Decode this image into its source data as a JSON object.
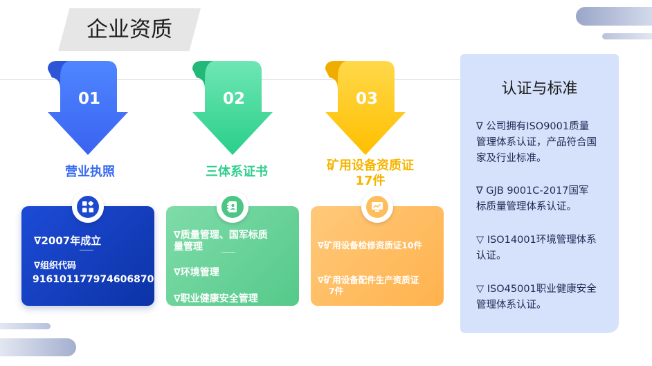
{
  "page": {
    "title": "企业资质"
  },
  "steps": [
    {
      "number": "01",
      "label": "营业执照",
      "color": "#3a6cf2"
    },
    {
      "number": "02",
      "label": "三体系证书",
      "color": "#2ecf8d"
    },
    {
      "number": "03",
      "label_line1": "矿用设备资质证",
      "label_line2": "17件",
      "color": "#f7b500"
    }
  ],
  "cards": {
    "license": {
      "icon": "grid-apps-icon",
      "line1": "∇2007年成立",
      "line2": "∇组织代码",
      "line3": "916101177974606870"
    },
    "systems": {
      "icon": "contact-book-icon",
      "line1": "∇质量管理、国军标质",
      "line2": "量管理",
      "line3": "∇环境管理",
      "line4": "∇职业健康安全管理"
    },
    "mining": {
      "icon": "monitor-chart-icon",
      "line1": "∇矿用设备检修资质证10件",
      "line2": "∇矿用设备配件生产资质证",
      "line3": "7件"
    }
  },
  "panel": {
    "title": "认证与标准",
    "items": [
      {
        "line1": "∇  公司拥有ISO9001质量",
        "line2": "管理体系认证，产品符合国",
        "line3": "家及行业标准。"
      },
      {
        "line1": "∇  GJB 9001C-2017国军",
        "line2": "标质量管理体系认证。"
      },
      {
        "line1": "▽  ISO14001环境管理体系",
        "line2": "认证。"
      },
      {
        "line1": "▽  ISO45001职业健康安全",
        "line2": "管理体系认证。"
      }
    ]
  }
}
